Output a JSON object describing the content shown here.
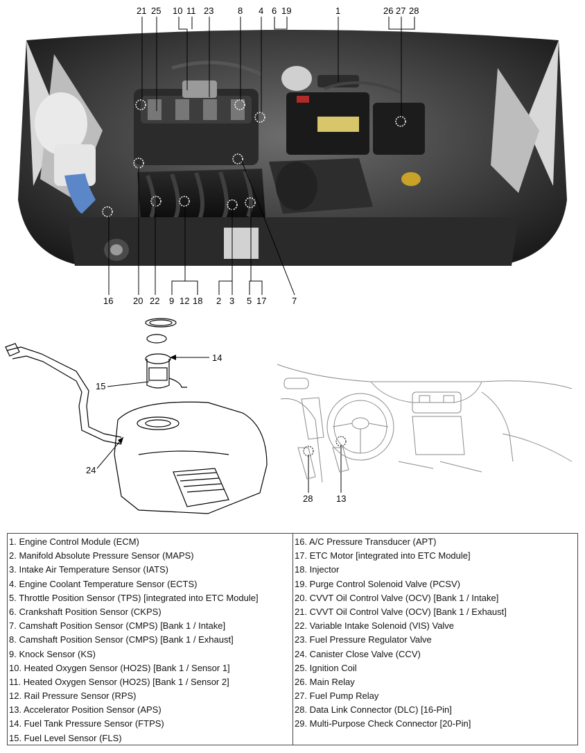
{
  "callouts_top": [
    {
      "label": "21"
    },
    {
      "label": "25"
    },
    {
      "label": "10"
    },
    {
      "label": "11"
    },
    {
      "label": "23"
    },
    {
      "label": "8"
    },
    {
      "label": "4"
    },
    {
      "label": "6"
    },
    {
      "label": "19"
    },
    {
      "label": "1"
    },
    {
      "label": "26"
    },
    {
      "label": "27"
    },
    {
      "label": "28"
    }
  ],
  "callouts_bottom": [
    {
      "label": "16"
    },
    {
      "label": "20"
    },
    {
      "label": "22"
    },
    {
      "label": "9"
    },
    {
      "label": "12"
    },
    {
      "label": "18"
    },
    {
      "label": "2"
    },
    {
      "label": "3"
    },
    {
      "label": "5"
    },
    {
      "label": "17"
    },
    {
      "label": "7"
    }
  ],
  "callouts_fuel": [
    {
      "label": "14"
    },
    {
      "label": "15"
    },
    {
      "label": "24"
    }
  ],
  "callouts_cabin": [
    {
      "label": "28"
    },
    {
      "label": "13"
    }
  ],
  "legend": {
    "left": [
      "1. Engine Control Module (ECM)",
      "2. Manifold Absolute Pressure Sensor (MAPS)",
      "3. Intake Air Temperature Sensor (IATS)",
      "4. Engine Coolant Temperature Sensor (ECTS)",
      "5. Throttle Position Sensor (TPS) [integrated into ETC Module]",
      "6. Crankshaft Position Sensor (CKPS)",
      "7. Camshaft Position Sensor (CMPS) [Bank 1 / Intake]",
      "8. Camshaft Position Sensor (CMPS) [Bank 1 / Exhaust]",
      "9. Knock Sensor (KS)",
      "10. Heated Oxygen Sensor (HO2S) [Bank 1 / Sensor 1]",
      "11. Heated Oxygen Sensor (HO2S) [Bank 1 / Sensor 2]",
      "12. Rail Pressure Sensor (RPS)",
      "13. Accelerator Position Sensor (APS)",
      "14. Fuel Tank Pressure Sensor (FTPS)",
      "15. Fuel Level Sensor (FLS)"
    ],
    "right": [
      "16. A/C Pressure Transducer (APT)",
      "17. ETC Motor [integrated into ETC Module]",
      "18. Injector",
      "19. Purge Control Solenoid Valve (PCSV)",
      "20. CVVT Oil Control Valve (OCV) [Bank 1 / Intake]",
      "21. CVVT Oil Control Valve (OCV) [Bank 1 / Exhaust]",
      "22. Variable Intake Solenoid (VIS) Valve",
      "23. Fuel Pressure Regulator Valve",
      "24. Canister Close Valve (CCV)",
      "25. Ignition Coil",
      "26. Main Relay",
      "27. Fuel Pump Relay",
      "28. Data Link Connector (DLC) [16-Pin]",
      "29. Multi-Purpose Check Connector [20-Pin]"
    ]
  }
}
